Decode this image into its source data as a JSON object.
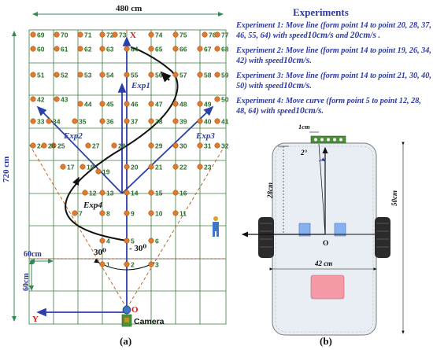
{
  "panel_a": {
    "width_label": "480 cm",
    "height_label": "720 cm",
    "cell_w_label": "60cm",
    "cell_h_label": "60cm",
    "x_axis": "X",
    "y_axis": "Y",
    "origin": "O",
    "camera": "Camera",
    "angle_left": "30⁰",
    "angle_right": "- 30⁰",
    "caption": "(a)",
    "paths": {
      "exp1": "Exp1",
      "exp2": "Exp2",
      "exp3": "Exp3",
      "exp4": "Exp4"
    },
    "point_labels": {
      "p69": "69",
      "p70": "70",
      "p71": "71",
      "p72": "72",
      "p73": "73",
      "p74": "74",
      "p75": "75",
      "p76": "76",
      "p77": "77",
      "p60": "60",
      "p61": "61",
      "p62": "62",
      "p63": "63",
      "p64": "64",
      "p65": "65",
      "p66": "66",
      "p67": "67",
      "p68": "68",
      "p51": "51",
      "p52": "52",
      "p53": "53",
      "p54": "54",
      "p55": "55",
      "p56": "56",
      "p57": "57",
      "p58": "58",
      "p59": "59",
      "p42": "42",
      "p43": "43",
      "p44": "44",
      "p45": "45",
      "p46": "46",
      "p47": "47",
      "p48": "48",
      "p49": "49",
      "p50": "50",
      "p33": "33",
      "p34": "34",
      "p35": "35",
      "p36": "36",
      "p37": "37",
      "p38": "38",
      "p39": "39",
      "p40": "40",
      "p41": "41",
      "p24": "24",
      "p25": "25",
      "p26": "26",
      "p27": "27",
      "p28": "28",
      "p29": "29",
      "p30": "30",
      "p31": "31",
      "p32": "32",
      "p17": "17",
      "p18": "18",
      "p19": "19",
      "p20": "20",
      "p21": "21",
      "p22": "22",
      "p23": "23",
      "p12": "12",
      "p13": "13",
      "p14": "14",
      "p15": "15",
      "p16": "16",
      "p7": "7",
      "p8": "8",
      "p9": "9",
      "p10": "10",
      "p11": "11",
      "p4": "4",
      "p5": "5",
      "p6": "6",
      "p1": "1",
      "p2": "2",
      "p3": "3"
    }
  },
  "experiments": {
    "title": "Experiments",
    "e1_text": "Experiment 1: Move line (form point 14 to point 20, 28, 37, 46, 55, 64) with speed",
    "e1_speed1": "10cm/s",
    "e1_and": " and ",
    "e1_speed2": "20cm/s",
    "e1_end": " .",
    "e2_text": "Experiment 2: Move line (form point 14 to point 19, 26, 34, 42) with speed",
    "e2_speed": "10cm/s",
    "e2_end": ".",
    "e3_text": "Experiment 3: Move line (form point 14 to point 21, 30, 40, 50) with speed",
    "e3_speed": "10cm/s",
    "e3_end": ".",
    "e4_text": "Experiment 4: Move curve (form point 5 to point 12, 28, 48, 64) with speed",
    "e4_speed": "10cm/s",
    "e4_end": "."
  },
  "panel_b": {
    "sensor_width": "1cm",
    "angle": "2°",
    "length_28": "28cm",
    "length_50": "50cm",
    "width_42": "42 cm",
    "origin": "O",
    "caption": "(b)"
  }
}
